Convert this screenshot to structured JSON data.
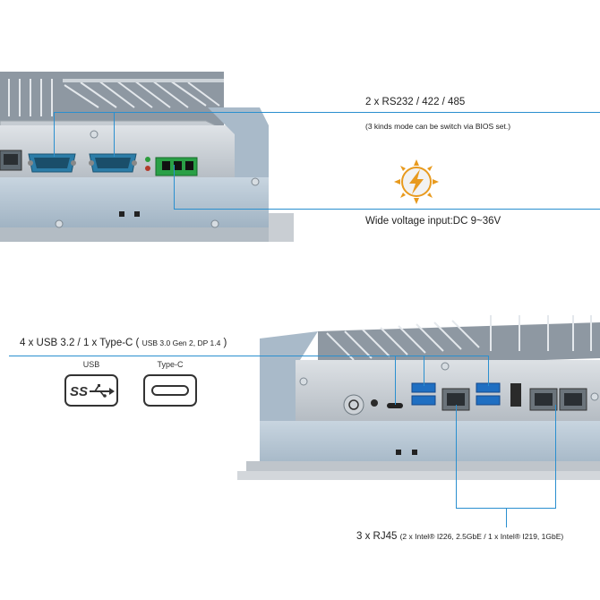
{
  "callouts": {
    "serial": {
      "title": "2 x RS232 / 422 / 485",
      "note": "(3 kinds mode can be switch via BIOS set.)"
    },
    "power": {
      "title": "Wide voltage input:DC 9~36V",
      "icon": "lightning-bolt-icon"
    },
    "usb": {
      "title": "4 x USB 3.2 / 1 x Type-C (",
      "detail": "USB 3.0 Gen 2, DP 1.4",
      "close": ")"
    },
    "rj45": {
      "title": "3 x RJ45",
      "detail": "(2 x Intel® I226, 2.5GbE / 1 x Intel® I219, 1GbE)"
    }
  },
  "port_icons": {
    "usb": {
      "caption": "USB",
      "icon": "superspeed-usb-icon"
    },
    "typec": {
      "caption": "Type-C",
      "icon": "usb-c-port-icon"
    }
  },
  "colors": {
    "callout_line": "#2a8fcf",
    "chassis": "#b8c6d2",
    "heatsink": "#8e98a2",
    "bolt_orange": "#e89a1e"
  }
}
